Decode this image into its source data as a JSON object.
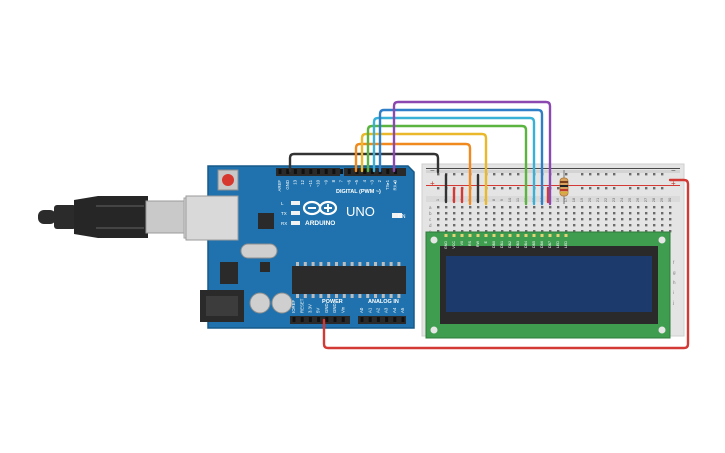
{
  "board": {
    "brand": "ARDUINO",
    "model": "UNO",
    "on_label": "ON",
    "digital_header_label": "DIGITAL (PWM ~)",
    "power_label": "POWER",
    "analog_label": "ANALOG IN",
    "led_labels": [
      "L",
      "TX",
      "RX"
    ],
    "digital_pins": [
      "AREF",
      "GND",
      "13",
      "12",
      "~11",
      "~10",
      "~9",
      "8",
      "7",
      "~6",
      "~5",
      "4",
      "~3",
      "2",
      "TX▸1",
      "RX◂0"
    ],
    "power_pins": [
      "IOREF",
      "RESET",
      "3.3V",
      "5V",
      "GND",
      "GND",
      "Vin"
    ],
    "analog_pins": [
      "A0",
      "A1",
      "A2",
      "A3",
      "A4",
      "A5"
    ]
  },
  "breadboard": {
    "column_numbers": [
      "1",
      "2",
      "3",
      "4",
      "5",
      "6",
      "7",
      "8",
      "9",
      "10",
      "11",
      "12",
      "13",
      "14",
      "15",
      "16",
      "17",
      "18",
      "19",
      "20",
      "21",
      "22",
      "23",
      "24",
      "25",
      "26",
      "27",
      "28",
      "29",
      "30"
    ],
    "rail_minus": "−",
    "rail_plus": "+",
    "row_letters_top": [
      "a",
      "b",
      "c",
      "d",
      "e"
    ],
    "row_letters_bottom": [
      "f",
      "g",
      "h",
      "i",
      "j"
    ]
  },
  "lcd": {
    "pin_labels": [
      "GND",
      "VCC",
      "V0",
      "RS",
      "RW",
      "E",
      "DB0",
      "DB1",
      "DB2",
      "DB3",
      "DB4",
      "DB5",
      "DB6",
      "DB7",
      "LED",
      "LED"
    ]
  },
  "colors": {
    "board_blue": "#1d6fa8",
    "breadboard": "#e6e6e6",
    "lcd_pcb": "#3f9e4f",
    "lcd_screen": "#1e3a6e",
    "wire_black": "#333333",
    "wire_red": "#d33a36",
    "wire_orange": "#f08a1f",
    "wire_yellow": "#e9b92b",
    "wire_green": "#5ab43f",
    "wire_cyan": "#39b1d6",
    "wire_blue": "#2e7fc7",
    "wire_purple": "#8a48b0"
  },
  "icons": [
    "usb-cable-icon",
    "infinity-logo-icon",
    "resistor-icon",
    "reset-button-icon"
  ]
}
